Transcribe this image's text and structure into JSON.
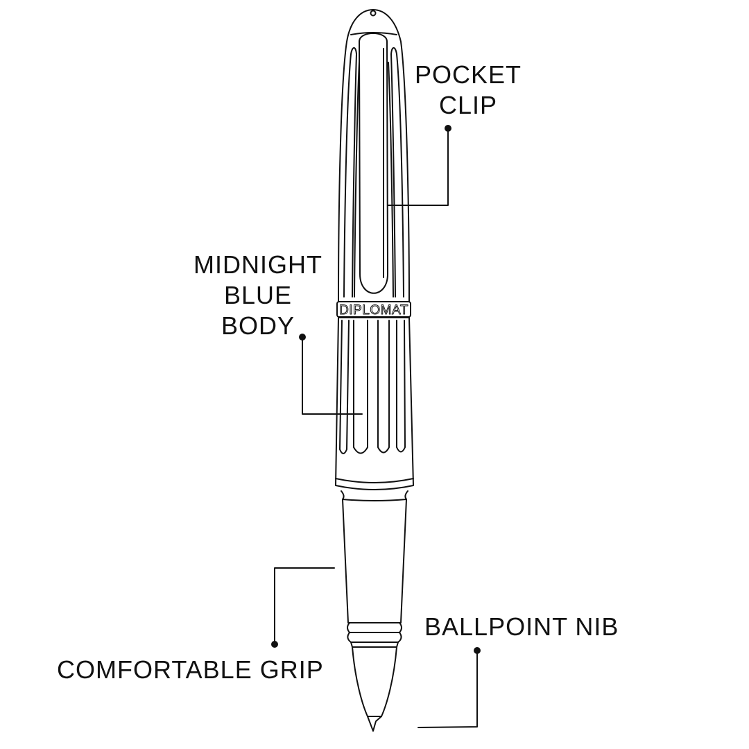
{
  "labels": {
    "pocket_clip": [
      "POCKET",
      "CLIP"
    ],
    "body": [
      "MIDNIGHT",
      "BLUE",
      "BODY"
    ],
    "grip": "COMFORTABLE GRIP",
    "nib": "BALLPOINT NIB"
  },
  "brand_engraving": "DIPLOMAT",
  "colors": {
    "background": "#ffffff",
    "ink": "#111111"
  }
}
